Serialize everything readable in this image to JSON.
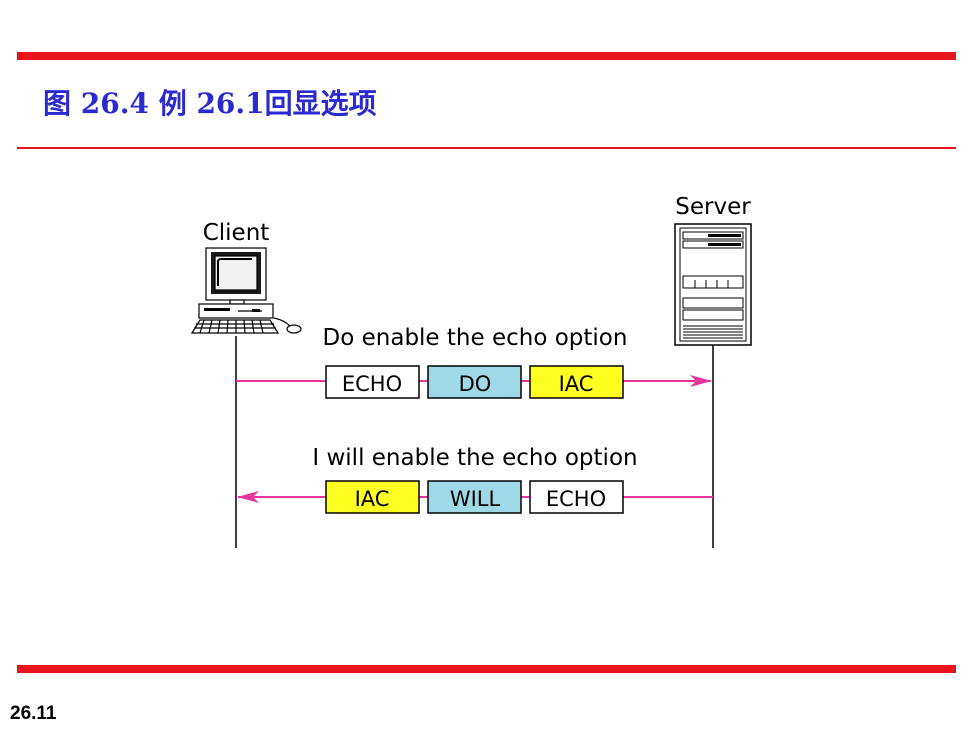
{
  "title": "图 26.4  例 26.1回显选项",
  "page_number": "26.11",
  "colors": {
    "accent_red": "#e8161c",
    "title_blue": "#2a2ad0",
    "arrow_pink": "#e8359c",
    "iac_yellow": "#ffff22",
    "option_blue": "#9fd8e6"
  },
  "diagram": {
    "client_label": "Client",
    "server_label": "Server",
    "message1": {
      "caption": "Do enable the echo option",
      "boxes": [
        "ECHO",
        "DO",
        "IAC"
      ]
    },
    "message2": {
      "caption": "I will enable the echo option",
      "boxes": [
        "IAC",
        "WILL",
        "ECHO"
      ]
    }
  }
}
